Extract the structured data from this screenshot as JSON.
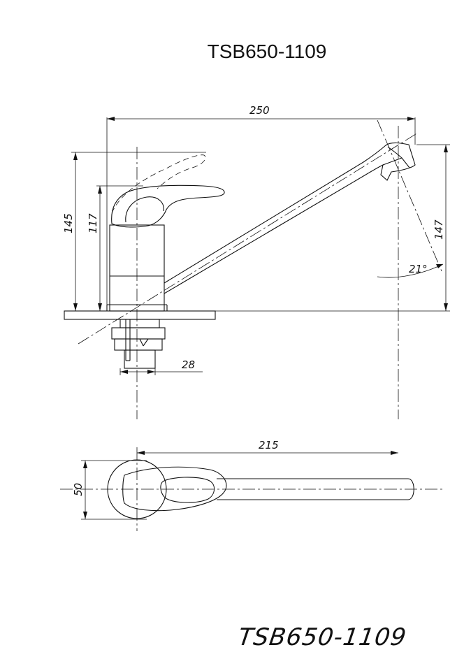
{
  "title": "TSB650-1109",
  "stamp": "TSB650-1109",
  "dimensions": {
    "overall_length": "250",
    "height_total": "145",
    "height_body": "117",
    "spout_height": "147",
    "angle": "21°",
    "inlet_width": "28",
    "reach": "215",
    "handle_width": "50"
  }
}
